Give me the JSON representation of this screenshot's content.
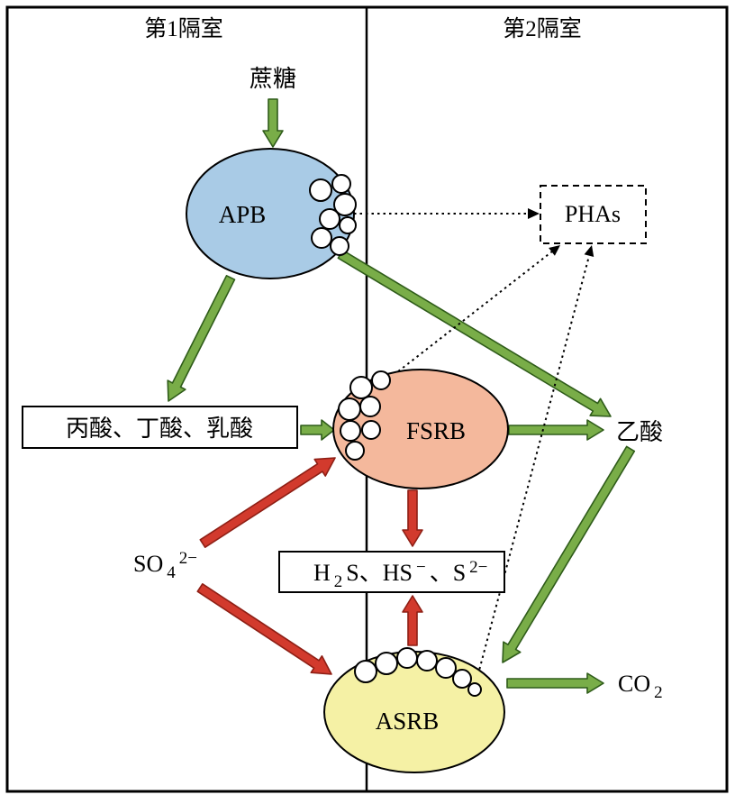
{
  "colors": {
    "green_arrow": "#79ad48",
    "green_arrow_edge": "#2f5c1a",
    "red_arrow": "#d23a2d",
    "red_arrow_edge": "#8e1f15",
    "apb_fill": "#a9cbe6",
    "fsrb_fill": "#f4b89c",
    "asrb_fill": "#f5f1a5",
    "line": "#000000"
  },
  "compartments": {
    "left_label": "第1隔室",
    "right_label": "第2隔室"
  },
  "nodes": {
    "sucrose": "蔗糖",
    "apb": "APB",
    "phas": "PHAs",
    "acids": "丙酸、丁酸、乳酸",
    "fsrb": "FSRB",
    "acetate": "乙酸",
    "asrb": "ASRB",
    "sulfate": {
      "base": "SO",
      "sub": "4",
      "sup": "2−"
    },
    "sulfide": {
      "t1": "H",
      "t2": "2",
      "t3": "S、HS",
      "t4": "−",
      "t5": "、S",
      "t6": "2−"
    },
    "co2": {
      "base": "CO",
      "sub": "2"
    }
  }
}
